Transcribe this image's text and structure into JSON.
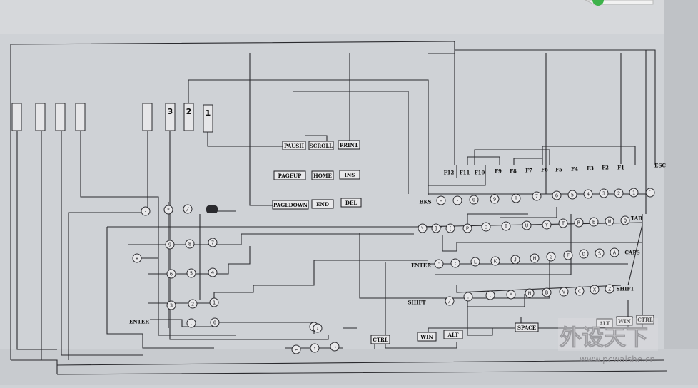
{
  "diagram": {
    "connector_pins": [
      {
        "id": "p1",
        "label": ""
      },
      {
        "id": "p2",
        "label": ""
      },
      {
        "id": "p3",
        "label": ""
      },
      {
        "id": "p4",
        "label": ""
      },
      {
        "id": "p5",
        "label": ""
      },
      {
        "id": "p6",
        "label": "3"
      },
      {
        "id": "p7",
        "label": "2"
      },
      {
        "id": "p8",
        "label": "1"
      }
    ],
    "boxed_keys": [
      {
        "id": "k_pause",
        "label": "PAUSH"
      },
      {
        "id": "k_scroll",
        "label": "SCROLL"
      },
      {
        "id": "k_print",
        "label": "PRINT"
      },
      {
        "id": "k_pageup",
        "label": "PAGEUP"
      },
      {
        "id": "k_home",
        "label": "HOME"
      },
      {
        "id": "k_ins",
        "label": "INS"
      },
      {
        "id": "k_pagedown",
        "label": "PAGEDOWN"
      },
      {
        "id": "k_end",
        "label": "END"
      },
      {
        "id": "k_del",
        "label": "DEL"
      },
      {
        "id": "k_ctrl",
        "label": "CTRL"
      },
      {
        "id": "k_win_l",
        "label": "WIN"
      },
      {
        "id": "k_alt_l",
        "label": "ALT"
      },
      {
        "id": "k_space",
        "label": "SPACE"
      },
      {
        "id": "k_alt_r",
        "label": "ALT"
      },
      {
        "id": "k_win_r",
        "label": "WIN"
      },
      {
        "id": "k_ctrl_r",
        "label": "CTRL"
      }
    ],
    "text_labels": [
      {
        "id": "t_enter_num",
        "label": "ENTER"
      },
      {
        "id": "t_enter",
        "label": "ENTER"
      },
      {
        "id": "t_shift_l",
        "label": "SHIFT"
      },
      {
        "id": "t_shift_r",
        "label": "SHIFT"
      },
      {
        "id": "t_tab",
        "label": "TAB"
      },
      {
        "id": "t_caps",
        "label": "CAPS"
      },
      {
        "id": "t_esc",
        "label": "ESC"
      },
      {
        "id": "t_bks",
        "label": "BKS"
      }
    ],
    "fkeys": [
      {
        "id": "f12",
        "label": "F12"
      },
      {
        "id": "f11",
        "label": "F11"
      },
      {
        "id": "f10",
        "label": "F10"
      },
      {
        "id": "f9",
        "label": "F9"
      },
      {
        "id": "f8",
        "label": "F8"
      },
      {
        "id": "f7",
        "label": "F7"
      },
      {
        "id": "f6",
        "label": "F6"
      },
      {
        "id": "f5",
        "label": "F5"
      },
      {
        "id": "f4",
        "label": "F4"
      },
      {
        "id": "f3",
        "label": "F3"
      },
      {
        "id": "f2",
        "label": "F2"
      },
      {
        "id": "f1",
        "label": "F1"
      }
    ],
    "circle_nodes": [
      {
        "id": "n_minus",
        "label": "-"
      },
      {
        "id": "n_star",
        "label": "*"
      },
      {
        "id": "n_slash",
        "label": "/"
      },
      {
        "id": "n_plus",
        "label": "+"
      },
      {
        "id": "n9",
        "label": "9"
      },
      {
        "id": "n8",
        "label": "8"
      },
      {
        "id": "n7",
        "label": "7"
      },
      {
        "id": "n6",
        "label": "6"
      },
      {
        "id": "n5",
        "label": "5"
      },
      {
        "id": "n4",
        "label": "4"
      },
      {
        "id": "n3",
        "label": "3"
      },
      {
        "id": "n2",
        "label": "2"
      },
      {
        "id": "n1",
        "label": "1"
      },
      {
        "id": "n_dot",
        "label": "."
      },
      {
        "id": "n0",
        "label": "0"
      },
      {
        "id": "n_bottom",
        "label": ""
      },
      {
        "id": "a1",
        "label": "="
      },
      {
        "id": "a2",
        "label": "-"
      },
      {
        "id": "a3",
        "label": "0"
      },
      {
        "id": "a4",
        "label": "9"
      },
      {
        "id": "a5",
        "label": "8"
      },
      {
        "id": "a6",
        "label": "7"
      },
      {
        "id": "a7",
        "label": "6"
      },
      {
        "id": "a8",
        "label": "5"
      },
      {
        "id": "a9",
        "label": "4"
      },
      {
        "id": "a10",
        "label": "3"
      },
      {
        "id": "a11",
        "label": "2"
      },
      {
        "id": "a12",
        "label": "1"
      },
      {
        "id": "a13",
        "label": "`"
      },
      {
        "id": "b1",
        "label": "\\"
      },
      {
        "id": "b2",
        "label": "]"
      },
      {
        "id": "b3",
        "label": "["
      },
      {
        "id": "b4",
        "label": "P"
      },
      {
        "id": "b5",
        "label": "O"
      },
      {
        "id": "b6",
        "label": "I"
      },
      {
        "id": "b7",
        "label": "U"
      },
      {
        "id": "b8",
        "label": "Y"
      },
      {
        "id": "b9",
        "label": "T"
      },
      {
        "id": "b10",
        "label": "R"
      },
      {
        "id": "b11",
        "label": "E"
      },
      {
        "id": "b12",
        "label": "W"
      },
      {
        "id": "b13",
        "label": "Q"
      },
      {
        "id": "c1",
        "label": "'"
      },
      {
        "id": "c2",
        "label": ";"
      },
      {
        "id": "c3",
        "label": "L"
      },
      {
        "id": "c4",
        "label": "K"
      },
      {
        "id": "c5",
        "label": "J"
      },
      {
        "id": "c6",
        "label": "H"
      },
      {
        "id": "c7",
        "label": "G"
      },
      {
        "id": "c8",
        "label": "F"
      },
      {
        "id": "c9",
        "label": "D"
      },
      {
        "id": "c10",
        "label": "S"
      },
      {
        "id": "c11",
        "label": "A"
      },
      {
        "id": "d1",
        "label": "/"
      },
      {
        "id": "d2",
        "label": "."
      },
      {
        "id": "d3",
        "label": ","
      },
      {
        "id": "d4",
        "label": "M"
      },
      {
        "id": "d5",
        "label": "N"
      },
      {
        "id": "d6",
        "label": "B"
      },
      {
        "id": "d7",
        "label": "V"
      },
      {
        "id": "d8",
        "label": "C"
      },
      {
        "id": "d9",
        "label": "X"
      },
      {
        "id": "d10",
        "label": "Z"
      },
      {
        "id": "e1",
        "label": "←"
      },
      {
        "id": "e2",
        "label": "↑"
      },
      {
        "id": "e3",
        "label": "→"
      },
      {
        "id": "e4",
        "label": "↓"
      }
    ]
  },
  "watermark": {
    "brand": "外设天下",
    "url": "www.pcwaishe.cn"
  }
}
